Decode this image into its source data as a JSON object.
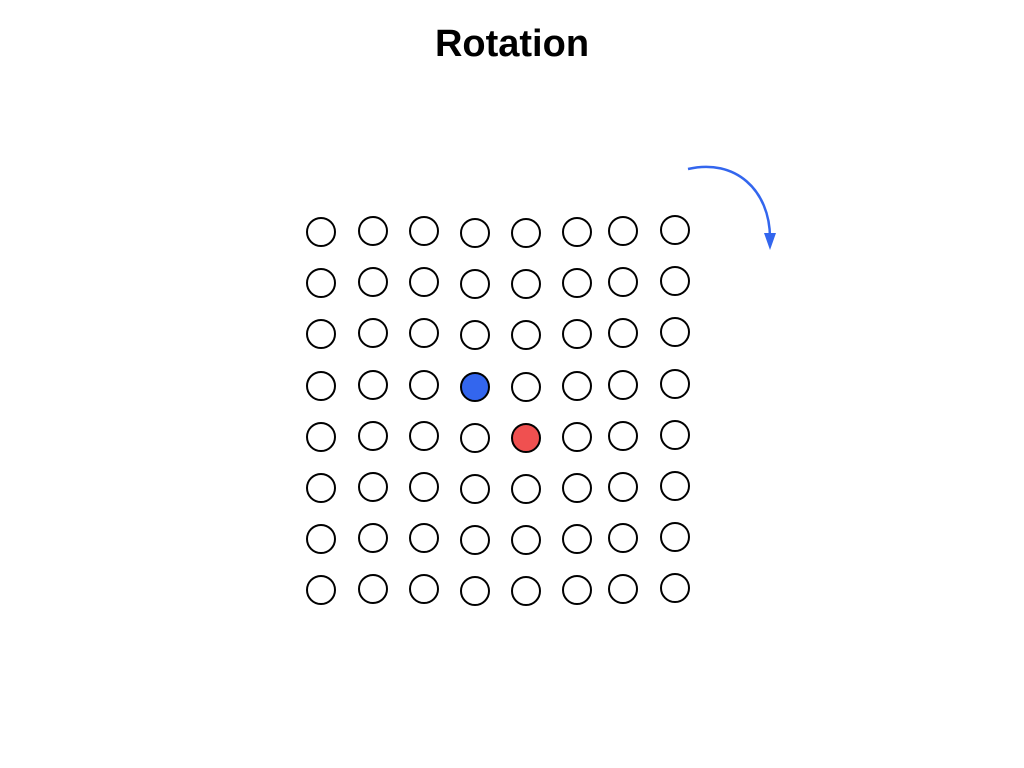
{
  "title": "Rotation",
  "grid": {
    "rows": 8,
    "cols": 8,
    "highlighted": [
      {
        "row": 3,
        "col": 3,
        "role": "blue-dot"
      },
      {
        "row": 4,
        "col": 4,
        "role": "red-dot"
      }
    ]
  },
  "rotation_arrow": {
    "direction": "clockwise"
  },
  "colors": {
    "blue": "#3366ee",
    "red": "#f05050",
    "stroke": "#000000",
    "empty_fill": "#ffffff",
    "arrow": "#3366ee"
  }
}
